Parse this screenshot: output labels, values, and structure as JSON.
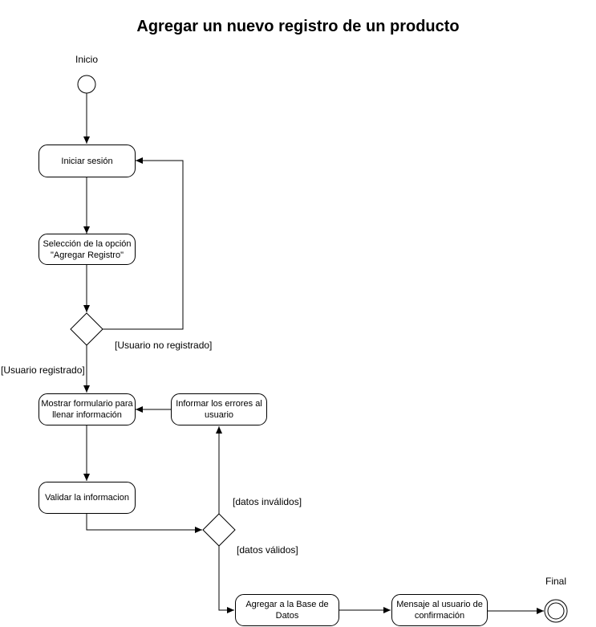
{
  "diagram": {
    "title": "Agregar un nuevo registro de un producto",
    "labels": {
      "start": "Inicio",
      "end": "Final"
    },
    "nodes": {
      "iniciar_sesion": "Iniciar sesión",
      "seleccion_opcion": "Selección de la opción \"Agregar Registro\"",
      "mostrar_formulario": "Mostrar formulario para llenar información",
      "informar_errores": "Informar los errores al usuario",
      "validar_informacion": "Validar la informacion",
      "agregar_base_datos": "Agregar a la Base de Datos",
      "mensaje_confirmacion": "Mensaje al usuario de confirmación"
    },
    "guards": {
      "usuario_no_registrado": "[Usuario no registrado]",
      "usuario_registrado": "[Usuario registrado]",
      "datos_invalidos": "[datos inválidos]",
      "datos_validos": "[datos válidos]"
    }
  }
}
